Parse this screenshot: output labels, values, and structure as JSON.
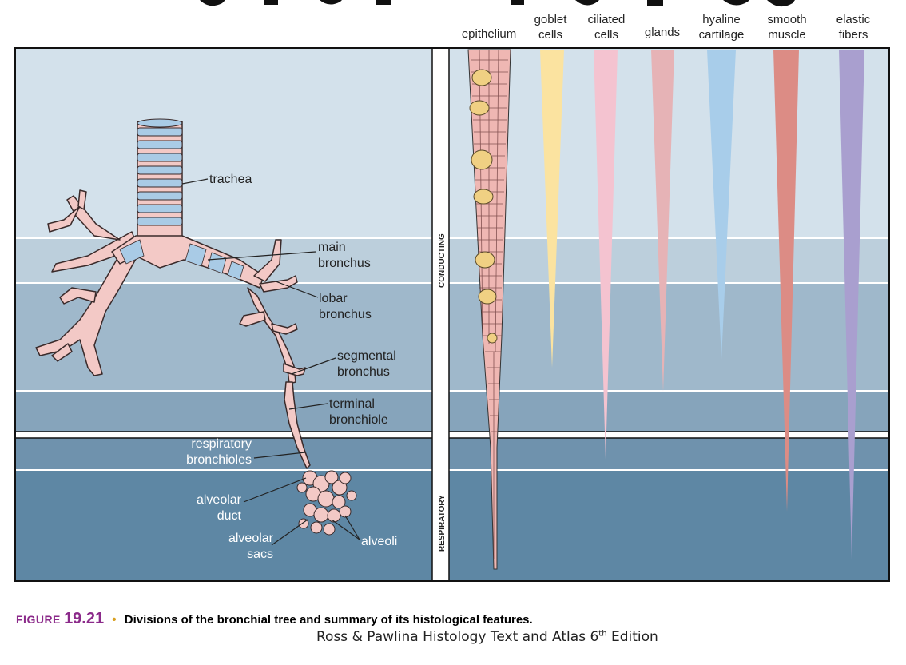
{
  "diagram": {
    "column_headers": [
      {
        "id": "epithelium",
        "lines": [
          "epithelium"
        ]
      },
      {
        "id": "goblet",
        "lines": [
          "goblet",
          "cells"
        ]
      },
      {
        "id": "ciliated",
        "lines": [
          "ciliated",
          "cells"
        ]
      },
      {
        "id": "glands",
        "lines": [
          "glands"
        ]
      },
      {
        "id": "hyaline",
        "lines": [
          "hyaline",
          "cartilage"
        ]
      },
      {
        "id": "smooth",
        "lines": [
          "smooth",
          "muscle"
        ]
      },
      {
        "id": "elastic",
        "lines": [
          "elastic",
          "fibers"
        ]
      }
    ],
    "zones": {
      "conducting": "CONDUCTING",
      "respiratory": "RESPIRATORY"
    },
    "structure_labels": [
      {
        "id": "trachea",
        "lines": [
          "trachea"
        ]
      },
      {
        "id": "main-bronchus",
        "lines": [
          "main",
          "bronchus"
        ]
      },
      {
        "id": "lobar-bronchus",
        "lines": [
          "lobar",
          "bronchus"
        ]
      },
      {
        "id": "segmental-bronchus",
        "lines": [
          "segmental",
          "bronchus"
        ]
      },
      {
        "id": "terminal-bronchiole",
        "lines": [
          "terminal",
          "bronchiole"
        ]
      },
      {
        "id": "respiratory-bronchioles",
        "lines": [
          "respiratory",
          "bronchioles"
        ]
      },
      {
        "id": "alveolar-duct",
        "lines": [
          "alveolar",
          "duct"
        ]
      },
      {
        "id": "alveolar-sacs",
        "lines": [
          "alveolar",
          "sacs"
        ]
      },
      {
        "id": "alveoli",
        "lines": [
          "alveoli"
        ]
      }
    ],
    "colors": {
      "band1": "#d3e1eb",
      "band2": "#bccfdc",
      "band3": "#9fb8cb",
      "band4": "#86a4bb",
      "band5": "#6f92ad",
      "band6": "#5e87a4",
      "airway": "#f3c9c6",
      "cartilage": "#a9cbe6",
      "goblet": "#fbe3a0",
      "ciliated": "#f4c3d0",
      "glands": "#e6b3b6",
      "hyaline": "#a8cdea",
      "smooth": "#dc8c85",
      "elastic": "#a99fcf"
    }
  },
  "caption": {
    "figure_label": "FIGURE",
    "figure_number": "19.21",
    "bullet": "•",
    "text": "Divisions of the bronchial tree and summary of its histological features.",
    "source_main": "Ross & Pawlina Histology Text and Atlas 6",
    "source_sup": "th",
    "source_end": " Edition"
  }
}
